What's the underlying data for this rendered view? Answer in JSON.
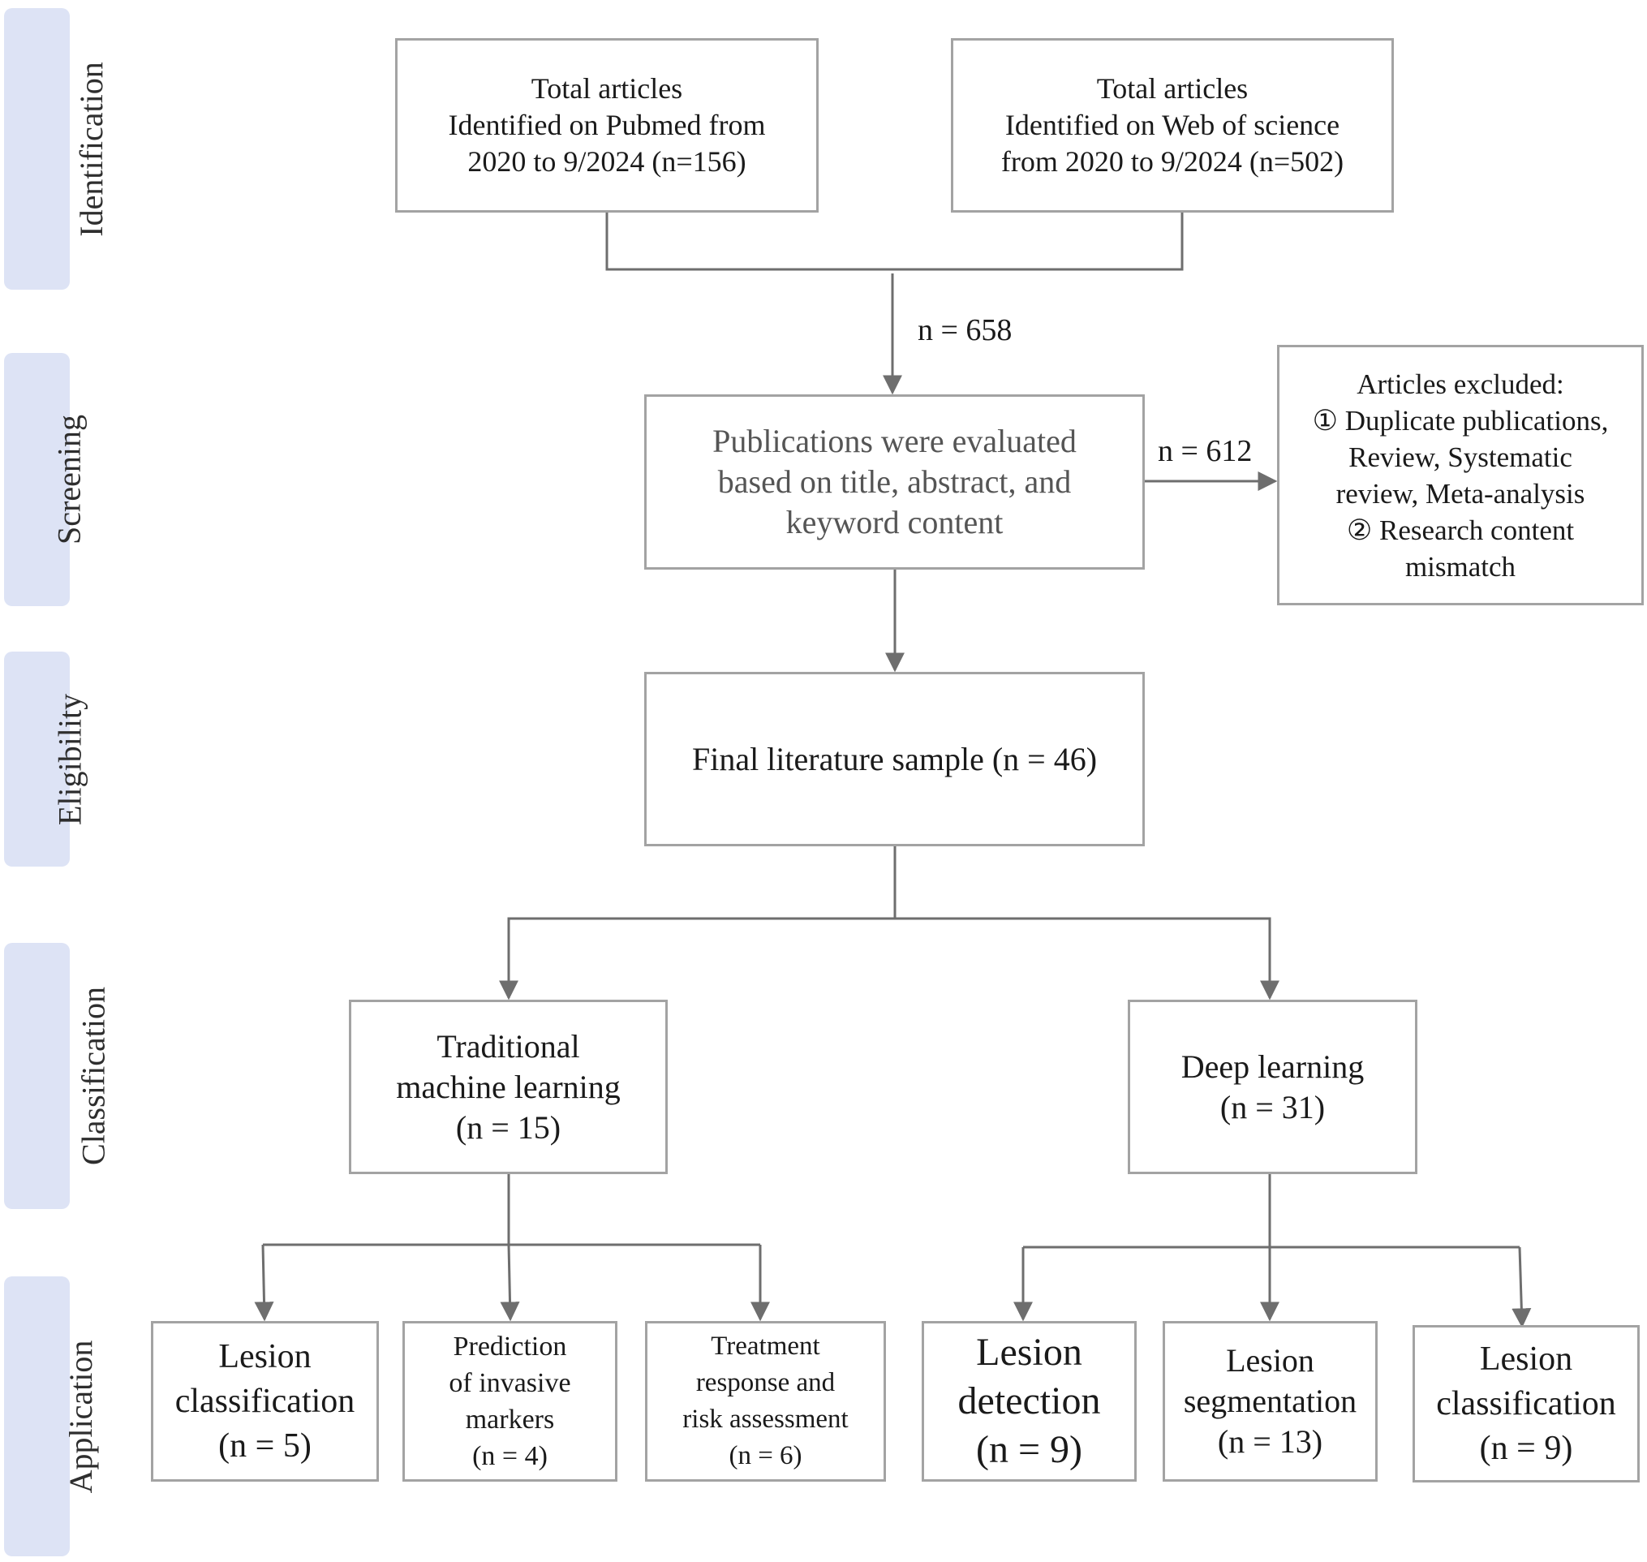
{
  "stages": [
    "Identification",
    "Screening",
    "Eligibility",
    "Classification",
    "Application"
  ],
  "identification": {
    "pubmed": [
      "Total articles",
      "Identified on Pubmed from",
      "2020 to 9/2024 (n=156)"
    ],
    "wos": [
      "Total articles",
      "Identified on Web of science",
      "from 2020 to 9/2024 (n=502)"
    ]
  },
  "merged_count": "n = 658",
  "screening": {
    "box": [
      "Publications were evaluated",
      "based on title, abstract, and",
      "keyword content"
    ],
    "excluded_count": "n = 612",
    "excluded": [
      "Articles excluded:",
      "① Duplicate publications,",
      "Review, Systematic",
      "review, Meta-analysis",
      "② Research content",
      "mismatch"
    ]
  },
  "eligibility": {
    "final": "Final literature sample (n = 46)"
  },
  "classification": {
    "traditional": [
      "Traditional",
      "machine learning",
      "(n = 15)"
    ],
    "deep": [
      "Deep learning",
      "(n = 31)"
    ]
  },
  "application": {
    "traditional": [
      [
        "Lesion",
        "classification",
        "(n = 5)"
      ],
      [
        "Prediction",
        "of invasive",
        "markers",
        "(n = 4)"
      ],
      [
        "Treatment",
        "response and",
        "risk assessment",
        "(n = 6)"
      ]
    ],
    "deep": [
      [
        "Lesion",
        "detection",
        "(n = 9)"
      ],
      [
        "Lesion",
        "segmentation",
        "(n = 13)"
      ],
      [
        "Lesion",
        "classification",
        "(n = 9)"
      ]
    ]
  },
  "colors": {
    "stage_tab": "#dde3f5",
    "box_border": "#a3a3a3",
    "connector": "#6e6e6e"
  }
}
